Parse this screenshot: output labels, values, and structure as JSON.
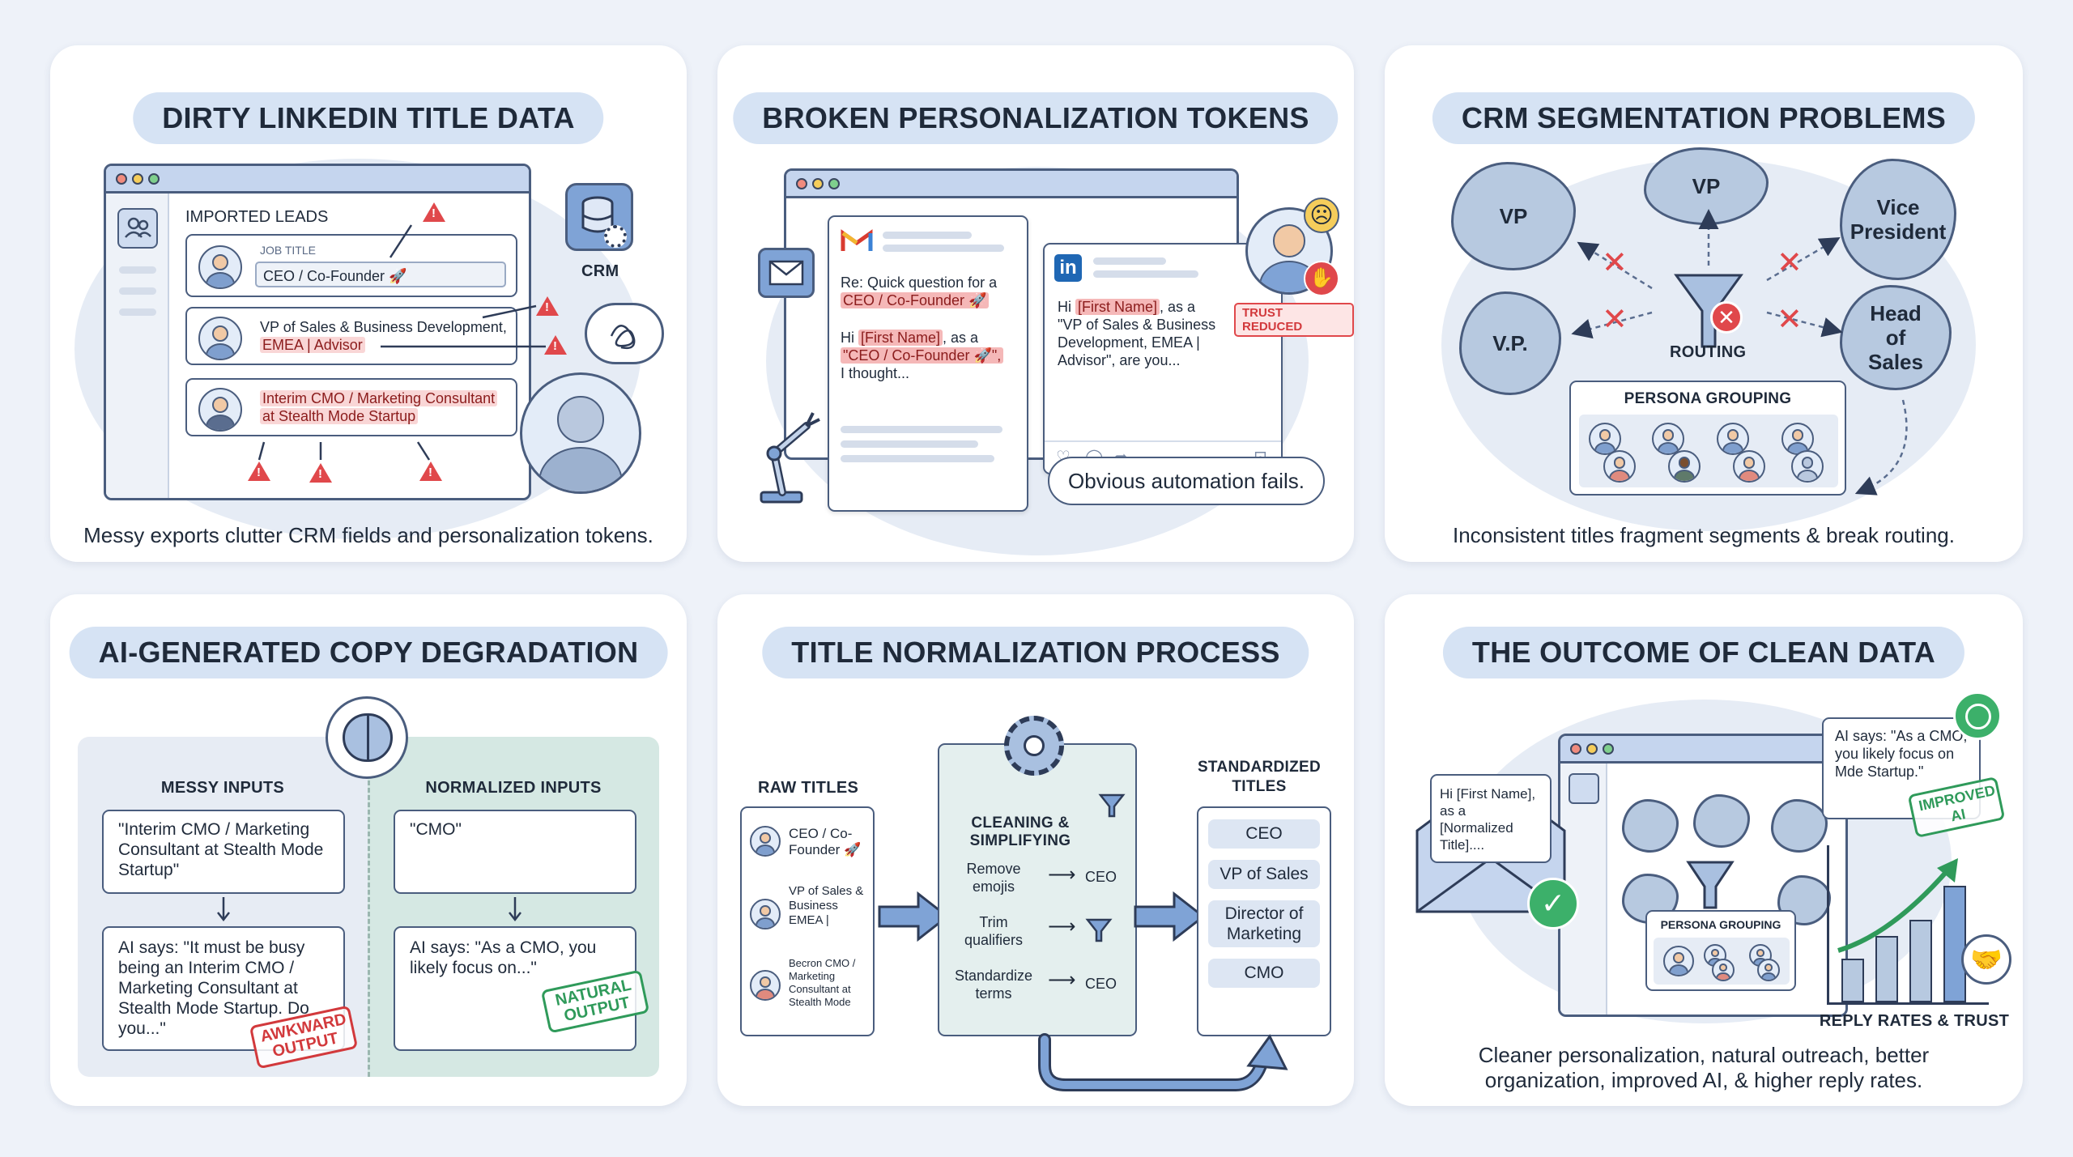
{
  "colors": {
    "background": "#eef2f9",
    "panel": "#ffffff",
    "title_pill": "#d6e3f4",
    "accent_blue": "#7fa3d6",
    "warning_red": "#e0484b",
    "success_green": "#2f9a5a",
    "normalized_bg": "#d5e8e3"
  },
  "p1": {
    "title": "DIRTY LINKEDIN TITLE DATA",
    "section": "IMPORTED LEADS",
    "job_title_label": "JOB TITLE",
    "row1": "CEO / Co-Founder 🚀",
    "row2_l1": "VP of Sales & Business Development,",
    "row2_l2": "EMEA | Advisor",
    "row3_l1": "Interim CMO / Marketing Consultant",
    "row3_l2": "at Stealth Mode Startup",
    "crm": "CRM",
    "caption": "Messy exports clutter CRM fields and personalization tokens.",
    "icons": [
      "people-icon",
      "database-icon",
      "gear-icon",
      "tangle-icon",
      "warning-icon",
      "user-avatar-icon"
    ]
  },
  "p2": {
    "title": "BROKEN PERSONALIZATION TOKENS",
    "email_subject_1": "Re: Quick question for a",
    "email_subject_2": "CEO / Co-Founder 🚀",
    "email_body_1": "Hi",
    "email_token_name": "[First Name]",
    "email_body_2": ", as a",
    "email_body_3": "\"CEO / Co-Founder 🚀\",",
    "email_body_4": "I thought...",
    "li_body_1": "Hi",
    "li_token_name": "[First Name]",
    "li_body_2": ", as a",
    "li_body_3": "\"VP of Sales & Business",
    "li_body_4": "Development, EMEA |",
    "li_body_5": "Advisor\", are you...",
    "li_badge": "in",
    "trust": "TRUST REDUCED",
    "callout": "Obvious automation fails.",
    "icons": [
      "gmail-icon",
      "mail-icon",
      "robot-arm-icon",
      "sad-face-icon",
      "handshake-icon",
      "heart-icon",
      "comment-icon",
      "share-icon",
      "bookmark-icon"
    ]
  },
  "p3": {
    "title": "CRM SEGMENTATION PROBLEMS",
    "blob_vp_left": "VP",
    "blob_vp_top": "VP",
    "blob_vice": "Vice President",
    "blob_vdotp": "V.P.",
    "blob_head": "Head of Sales",
    "routing": "ROUTING",
    "persona": "PERSONA GROUPING",
    "caption": "Inconsistent titles fragment segments & break routing.",
    "icons": [
      "funnel-icon",
      "error-icon",
      "x-icon"
    ]
  },
  "p4": {
    "title": "AI-GENERATED COPY DEGRADATION",
    "messy_head": "MESSY INPUTS",
    "norm_head": "NORMALIZED INPUTS",
    "messy_input": "\"Interim CMO / Marketing Consultant at Stealth Mode Startup\"",
    "norm_input": "\"CMO\"",
    "messy_output": "AI says: \"It must be busy being an Interim CMO / Marketing Consultant at Stealth Mode Startup. Do you...\"",
    "norm_output": "AI says: \"As a CMO, you likely focus on...\"",
    "stamp_bad": "AWKWARD OUTPUT",
    "stamp_good": "NATURAL OUTPUT",
    "icons": [
      "brain-icon"
    ]
  },
  "p5": {
    "title": "TITLE NORMALIZATION PROCESS",
    "raw_head": "RAW TITLES",
    "raw1": "CEO / Co-Founder 🚀",
    "raw2": "VP of Sales & Business EMEA |",
    "raw3": "Becron CMO / Marketing Consultant at Stealth Mode",
    "clean_head": "CLEANING & SIMPLIFYING",
    "step1": "Remove emojis",
    "step1_out": "CEO",
    "step2": "Trim qualifiers",
    "step3": "Standardize terms",
    "step3_out": "CEO",
    "std_head": "STANDARDIZED TITLES",
    "std": [
      "CEO",
      "VP of Sales",
      "Director of Marketing",
      "CMO"
    ],
    "icons": [
      "gear-icon",
      "funnel-icon",
      "arrow-icon"
    ]
  },
  "p6": {
    "title": "THE OUTCOME OF CLEAN DATA",
    "email": "Hi [First Name], as a [Normalized Title]....",
    "ai": "AI says: \"As a CMO, you likely focus on Mde Startup.\"",
    "stamp": "IMPROVED AI",
    "persona": "PERSONA GROUPING",
    "reply": "REPLY RATES & TRUST",
    "caption": "Cleaner personalization, natural outreach, better organization, improved AI, & higher reply rates.",
    "icons": [
      "envelope-icon",
      "check-icon",
      "brain-icon",
      "handshake-icon",
      "trend-arrow-icon",
      "funnel-icon"
    ]
  }
}
